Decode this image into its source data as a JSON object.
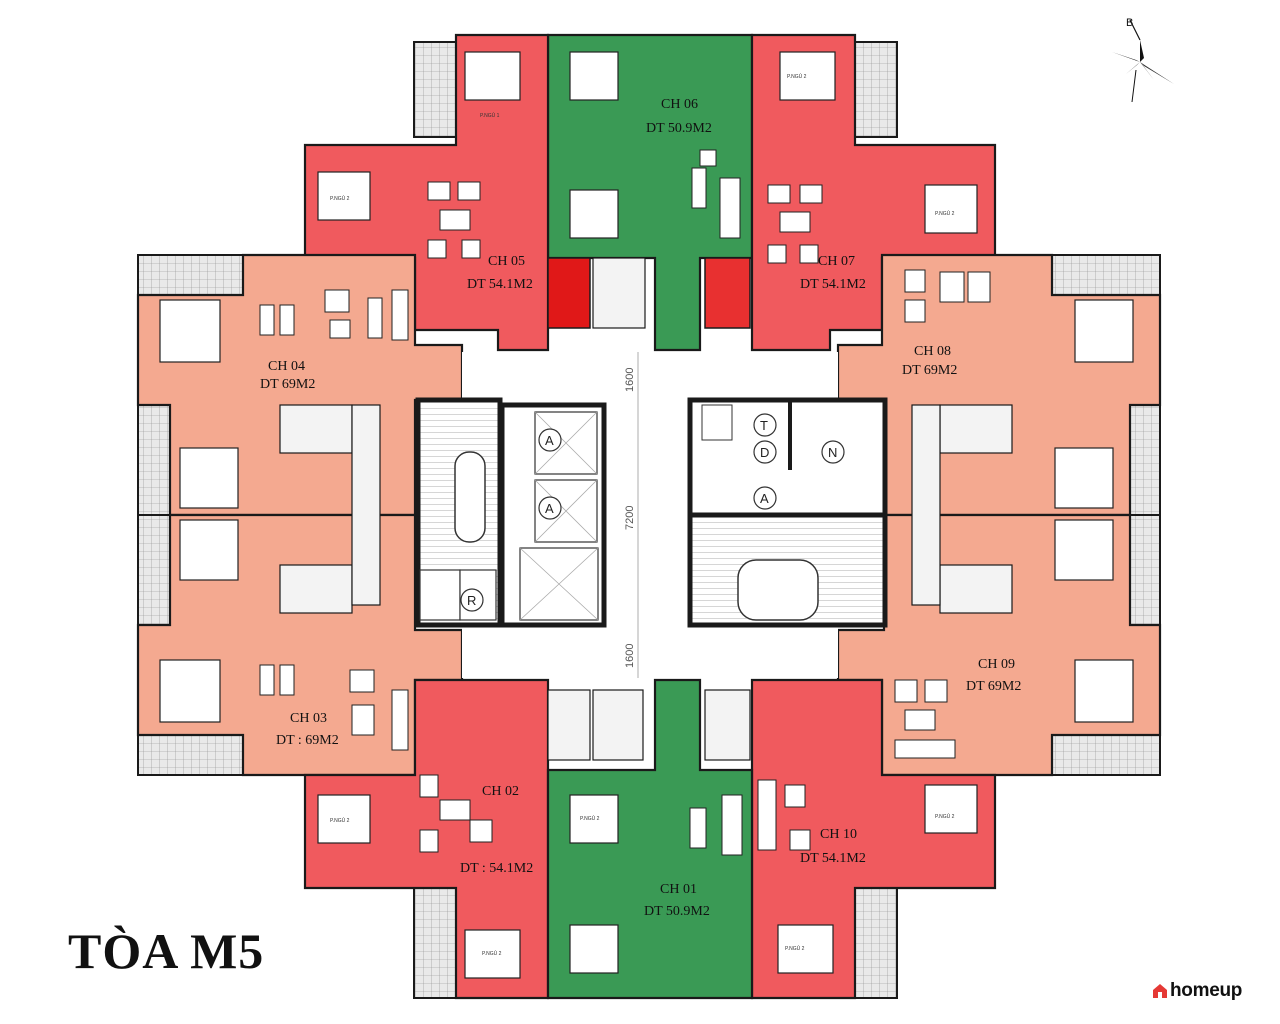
{
  "building": {
    "title": "TÒA M5"
  },
  "brand": {
    "name": "homeup",
    "mark_color": "#e53935"
  },
  "compass": {
    "north_label": "B"
  },
  "colors": {
    "unit_red": "#f05a5e",
    "unit_salmon": "#f4a990",
    "unit_green": "#3a9a55",
    "bathroom_red": "#e01818",
    "wall": "#1a1a1a",
    "balcony": "#dcdcdc"
  },
  "apartments": [
    {
      "id": "CH 06",
      "area": "DT 50.9M2",
      "color": "green"
    },
    {
      "id": "CH 05",
      "area": "DT 54.1M2",
      "color": "red"
    },
    {
      "id": "CH 07",
      "area": "DT 54.1M2",
      "color": "red"
    },
    {
      "id": "CH 04",
      "area": "DT 69M2",
      "color": "salmon"
    },
    {
      "id": "CH 08",
      "area": "DT 69M2",
      "color": "salmon"
    },
    {
      "id": "CH 03",
      "area": "DT : 69M2",
      "color": "salmon"
    },
    {
      "id": "CH 09",
      "area": "DT 69M2",
      "color": "salmon"
    },
    {
      "id": "CH 02",
      "area": "DT : 54.1M2",
      "color": "red"
    },
    {
      "id": "CH 10",
      "area": "DT 54.1M2",
      "color": "red"
    },
    {
      "id": "CH 01",
      "area": "DT 50.9M2",
      "color": "green"
    }
  ],
  "dimensions": {
    "top": "1600",
    "middle": "7200",
    "bottom": "1600"
  },
  "core": {
    "elevators": [
      "A",
      "A",
      "A"
    ],
    "stair": "R",
    "service": [
      "T",
      "D",
      "N"
    ]
  }
}
